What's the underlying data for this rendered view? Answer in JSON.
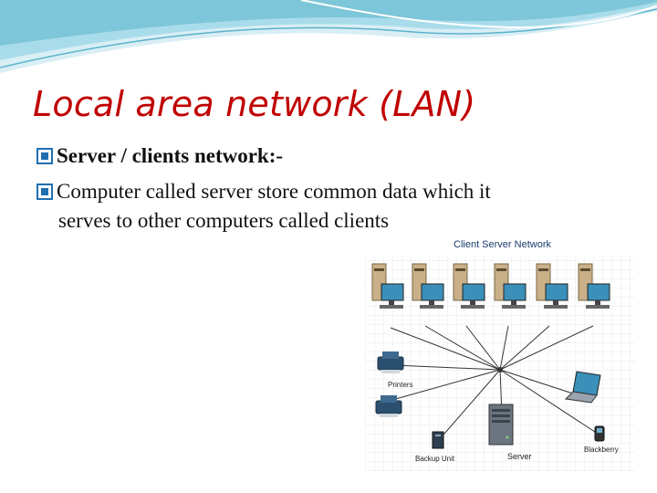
{
  "slide": {
    "title": "Local area network (LAN)",
    "bullets": [
      {
        "text": "Server / clients network:-",
        "bold": true
      },
      {
        "text": "Computer  called server store common data which it",
        "continuation": "serves to other computers called clients",
        "bold": false
      }
    ]
  },
  "figure": {
    "title": "Client Server Network",
    "labels": {
      "printers": "Printers",
      "backup": "Backup Unit",
      "server": "Server",
      "blackberry": "Blackberry"
    }
  },
  "colors": {
    "title": "#c00000",
    "wave_light": "#d9eef5",
    "wave_mid": "#7ec6d9",
    "monitor_screen": "#3a90b8",
    "cable": "#333333"
  },
  "icons": [
    "bullet-square-icon",
    "desktop-computer-icon",
    "printer-icon",
    "backup-unit-icon",
    "server-icon",
    "laptop-icon",
    "blackberry-icon"
  ]
}
